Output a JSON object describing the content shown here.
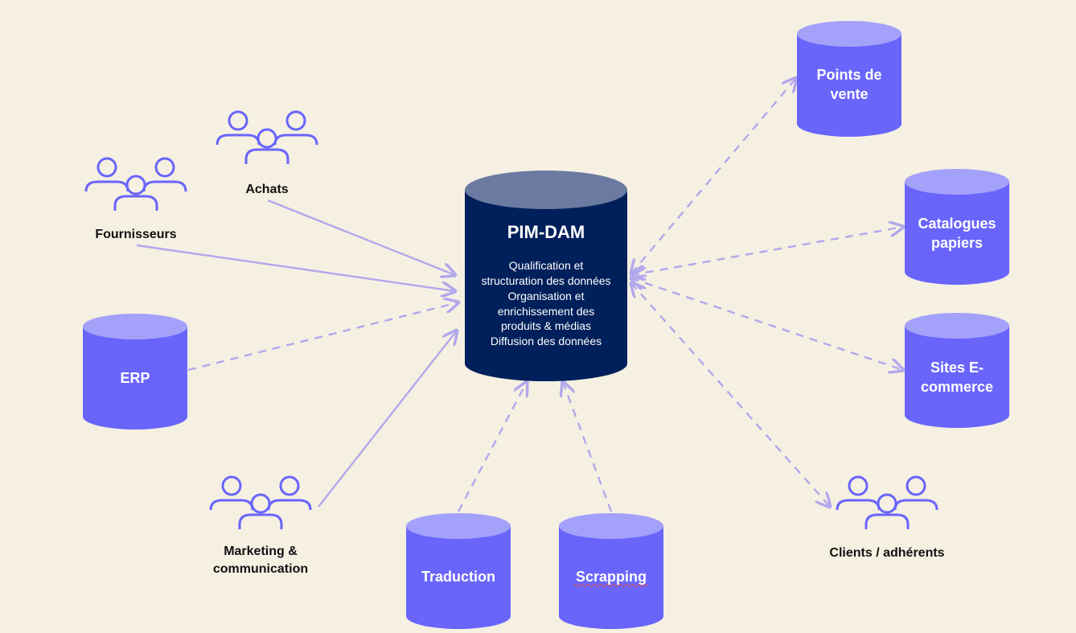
{
  "colors": {
    "background": "#f5f0e2",
    "cylinder_body": "#6965fb",
    "cylinder_top": "#a4a1fb",
    "central_body": "#00205b",
    "central_top": "#6b7aa0",
    "people_icon": "#6965fb",
    "arrow": "#b2a8ec"
  },
  "central": {
    "title": "PIM-DAM",
    "lines": [
      "Qualification et",
      "structuration des données",
      "Organisation et",
      "enrichissement des",
      "produits & médias",
      "Diffusion des données"
    ]
  },
  "sources": {
    "fournisseurs": {
      "label": "Fournisseurs",
      "icon": "people-group-icon"
    },
    "achats": {
      "label": "Achats",
      "icon": "people-group-icon"
    },
    "erp": {
      "label": "ERP"
    },
    "marketing": {
      "label_lines": [
        "Marketing &",
        "communication"
      ],
      "icon": "people-group-icon"
    },
    "traduction": {
      "label": "Traduction"
    },
    "scrapping": {
      "label": "Scrapping"
    }
  },
  "outputs": {
    "points_de_vente": {
      "label_lines": [
        "Points de",
        "vente"
      ]
    },
    "catalogues": {
      "label_lines": [
        "Catalogues",
        "papiers"
      ]
    },
    "sites": {
      "label_lines": [
        "Sites E-",
        "commerce"
      ]
    },
    "clients": {
      "label": "Clients / adhérents",
      "icon": "people-group-icon"
    }
  },
  "connections": {
    "fournisseurs_to_pim": "solid",
    "achats_to_pim": "solid",
    "marketing_to_pim": "solid",
    "erp_to_pim": "dashed",
    "traduction_to_pim": "dashed",
    "scrapping_to_pim": "dashed",
    "pim_to_points_de_vente": "dashed",
    "pim_to_catalogues": "dashed",
    "pim_to_sites": "dashed",
    "pim_to_clients": "dashed"
  }
}
